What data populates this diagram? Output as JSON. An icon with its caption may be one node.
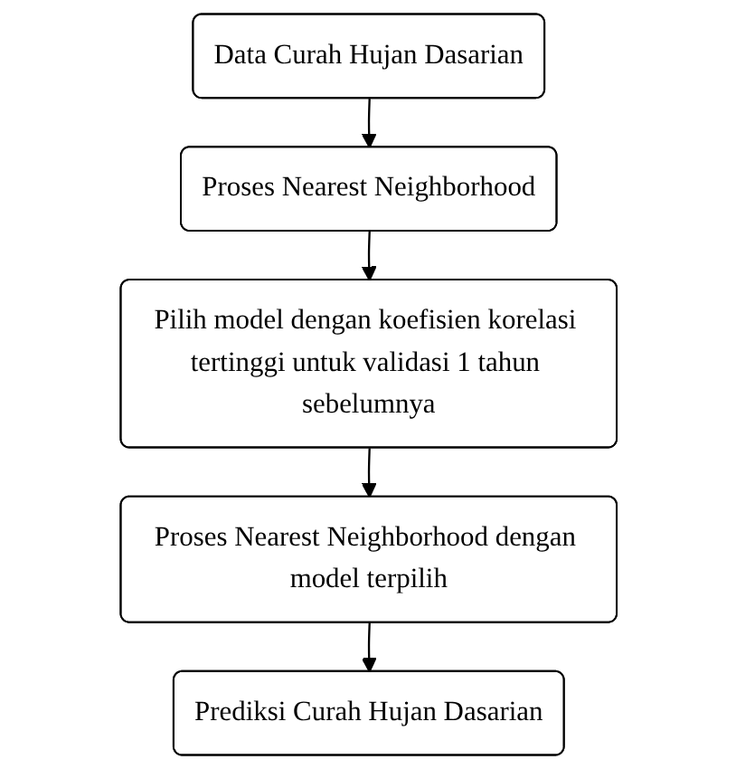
{
  "diagram": {
    "nodes": [
      {
        "text": [
          "Data Curah Hujan Dasarian"
        ]
      },
      {
        "text": [
          "Proses Nearest Neighborhood"
        ]
      },
      {
        "text": [
          "Pilih model dengan koefisien korelasi tertinggi untuk validasi 1 tahun sebelumnya"
        ]
      },
      {
        "text": [
          "Proses Nearest Neighborhood dengan model terpilih"
        ]
      },
      {
        "text": [
          "Prediksi Curah Hujan Dasarian"
        ]
      }
    ],
    "edges": [
      {
        "from": 0,
        "to": 1,
        "arrow": "to"
      },
      {
        "from": 1,
        "to": 2,
        "arrow": "to"
      },
      {
        "from": 2,
        "to": 3,
        "arrow": "to"
      },
      {
        "from": 3,
        "to": 4,
        "arrow": "to"
      }
    ]
  }
}
